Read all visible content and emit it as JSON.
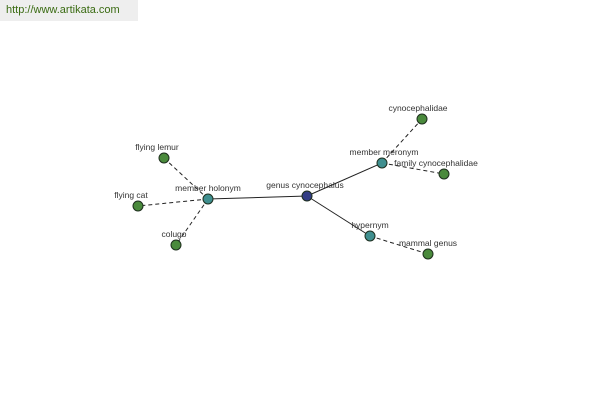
{
  "banner": {
    "url": "http://www.artikata.com"
  },
  "colors": {
    "center": "#333d85",
    "relation": "#3f8f8f",
    "leaf": "#4a8a3c",
    "banner_text": "#3a6b12",
    "banner_bg": "#eeeeee"
  },
  "graph": {
    "nodes": [
      {
        "id": "center",
        "label": "genus cynocephalus",
        "kind": "center"
      },
      {
        "id": "holonym",
        "label": "member holonym",
        "kind": "relation"
      },
      {
        "id": "meronym",
        "label": "member meronym",
        "kind": "relation"
      },
      {
        "id": "hypernym",
        "label": "hypernym",
        "kind": "relation"
      },
      {
        "id": "flying-lemur",
        "label": "flying lemur",
        "kind": "leaf"
      },
      {
        "id": "flying-cat",
        "label": "flying cat",
        "kind": "leaf"
      },
      {
        "id": "colugo",
        "label": "colugo",
        "kind": "leaf"
      },
      {
        "id": "cynocephalidae",
        "label": "cynocephalidae",
        "kind": "leaf"
      },
      {
        "id": "family-cynocephalidae",
        "label": "family cynocephalidae",
        "kind": "leaf"
      },
      {
        "id": "mammal-genus",
        "label": "mammal genus",
        "kind": "leaf"
      }
    ],
    "edges": [
      {
        "from": "center",
        "to": "holonym",
        "style": "solid"
      },
      {
        "from": "center",
        "to": "meronym",
        "style": "solid"
      },
      {
        "from": "center",
        "to": "hypernym",
        "style": "solid"
      },
      {
        "from": "holonym",
        "to": "flying-lemur",
        "style": "dashed"
      },
      {
        "from": "holonym",
        "to": "flying-cat",
        "style": "dashed"
      },
      {
        "from": "holonym",
        "to": "colugo",
        "style": "dashed"
      },
      {
        "from": "meronym",
        "to": "cynocephalidae",
        "style": "dashed"
      },
      {
        "from": "meronym",
        "to": "family-cynocephalidae",
        "style": "dashed"
      },
      {
        "from": "hypernym",
        "to": "mammal-genus",
        "style": "dashed"
      }
    ]
  }
}
